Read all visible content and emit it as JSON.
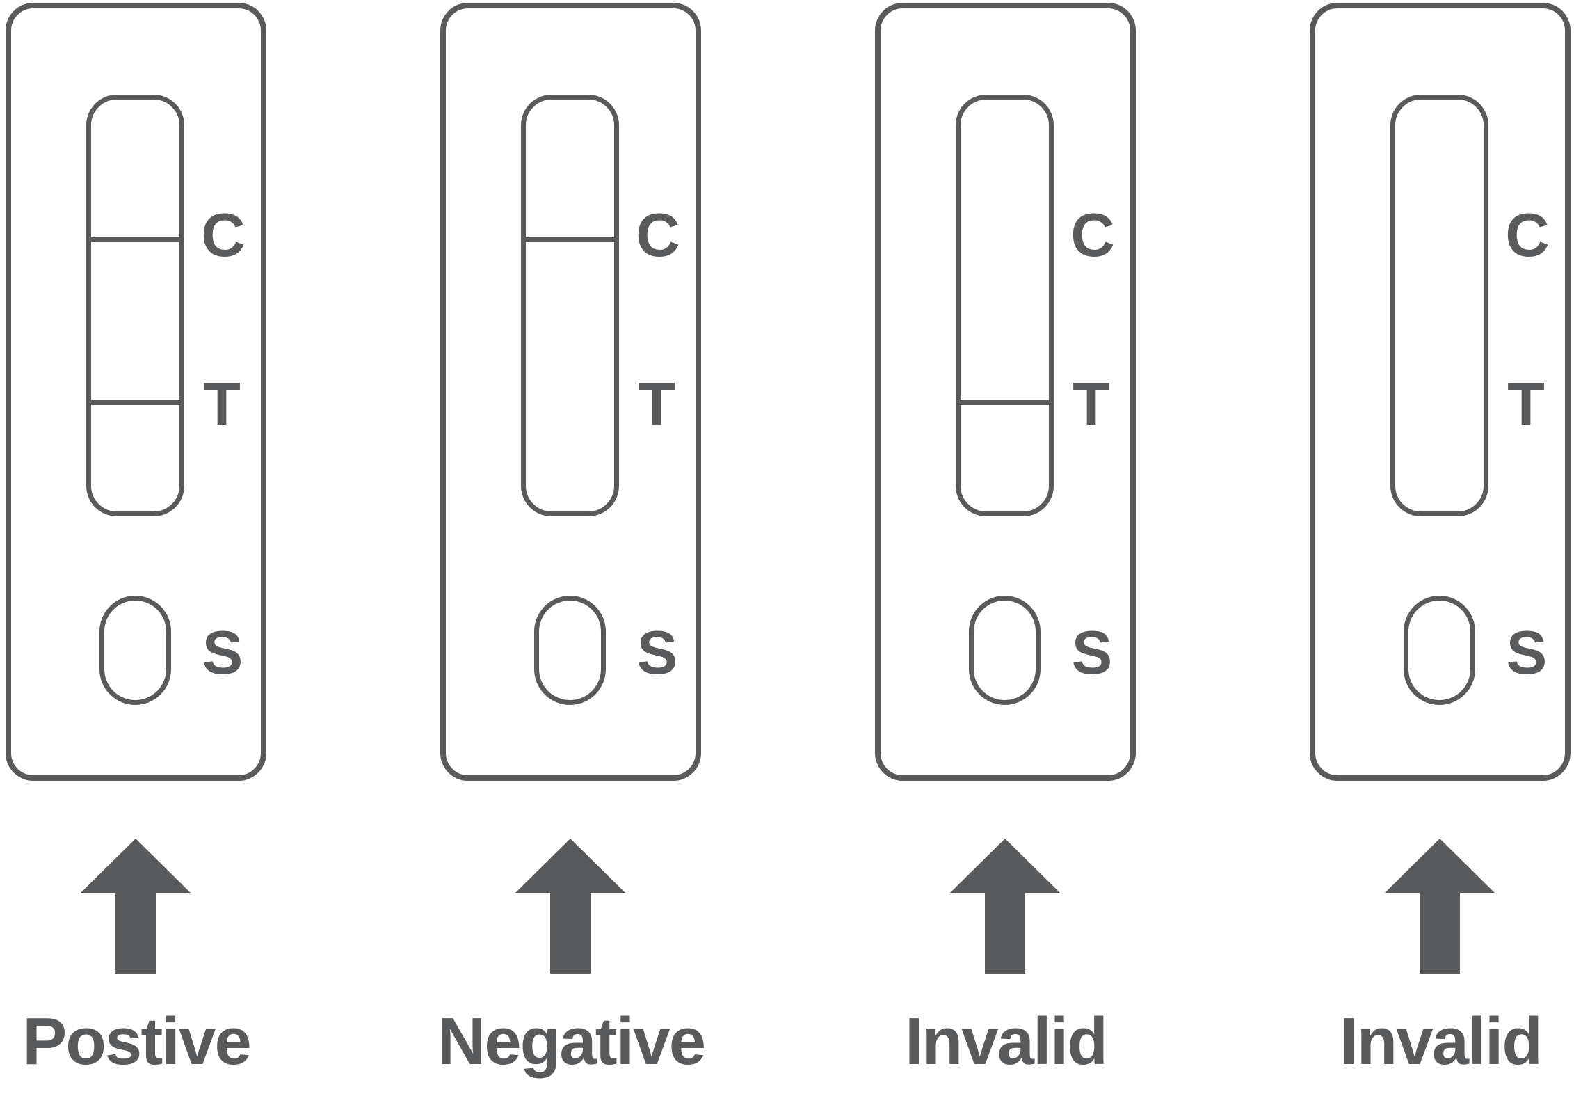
{
  "figure": {
    "title": "lateral-flow-test-result-interpretation",
    "background_color": "#ffffff",
    "ink_color": "#595a5c",
    "marker_labels": {
      "control": "C",
      "test": "T",
      "sample": "S"
    },
    "arrow_icon": "up-arrow",
    "results": [
      {
        "label": "Postive",
        "lines": {
          "C": true,
          "T": true
        }
      },
      {
        "label": "Negative",
        "lines": {
          "C": true,
          "T": false
        }
      },
      {
        "label": "Invalid",
        "lines": {
          "C": false,
          "T": true
        }
      },
      {
        "label": "Invalid",
        "lines": {
          "C": false,
          "T": false
        }
      }
    ]
  }
}
